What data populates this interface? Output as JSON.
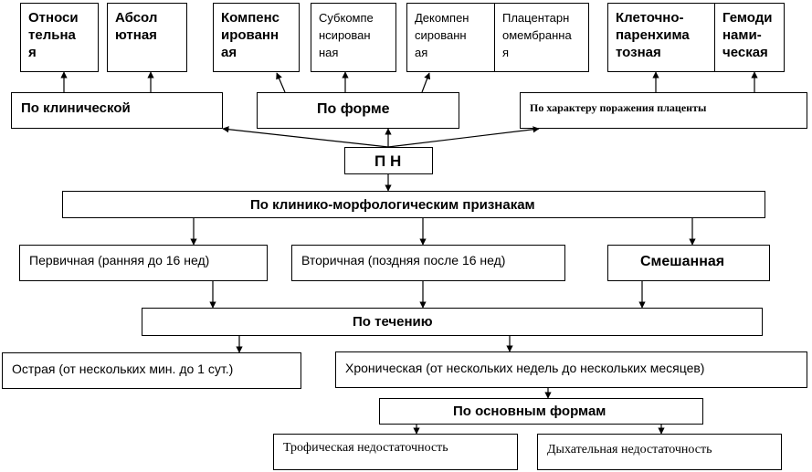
{
  "top_row": {
    "clinical_children": [
      "Относи\nтельна\nя",
      "Абсол\nютная"
    ],
    "form_children": [
      "Компенс\nированн\nая",
      "Субкомпе\nнсирован\nная",
      "Декомпен\nсированн\nая",
      "Плацентарн\nомембранна\nя"
    ],
    "placenta_children": [
      "Клеточно-\nпаренхима\nтозная",
      "Гемоди\nнами-\nческая"
    ]
  },
  "level2": {
    "by_clinical": "По клинической",
    "by_form": "По форме",
    "by_placenta_damage": "По характеру поражения плаценты"
  },
  "center": {
    "label": "П Н"
  },
  "morphology": {
    "label": "По клинико-морфологическим признакам"
  },
  "morph_types": {
    "primary": "Первичная (ранняя до 16 нед)",
    "secondary": "Вторичная (поздняя после 16 нед)",
    "mixed": "Смешанная"
  },
  "course": {
    "label": "По течению"
  },
  "course_types": {
    "acute": "Острая (от нескольких мин. до 1 сут.)",
    "chronic": "Хроническая (от нескольких недель до нескольких месяцев)"
  },
  "main_forms": {
    "label": "По основным формам"
  },
  "form_types": {
    "trophic": "Трофическая недостаточность",
    "respiratory": "Дыхательная недостаточность"
  }
}
